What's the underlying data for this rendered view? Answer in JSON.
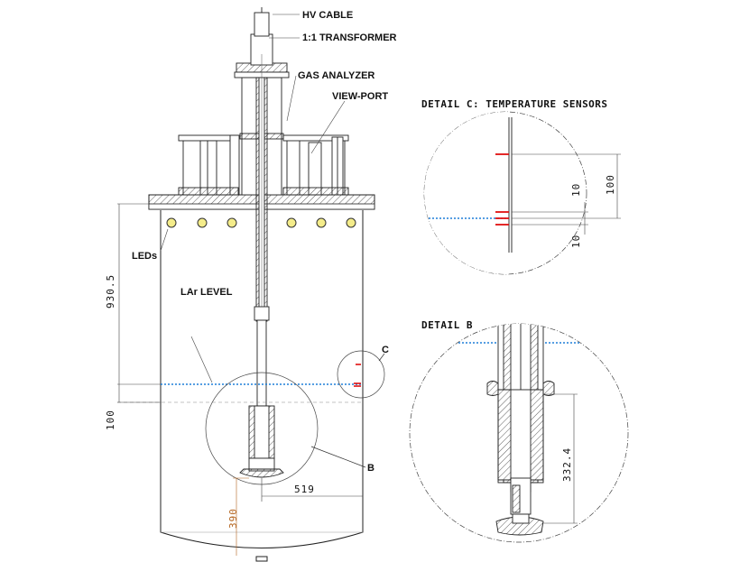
{
  "labels": {
    "hv_cable": "HV CABLE",
    "transformer": "1:1 TRANSFORMER",
    "gas_analyzer": "GAS ANALYZER",
    "view_port": "VIEW-PORT",
    "leds": "LEDs",
    "lar_level": "LAr LEVEL",
    "detail_c_callout": "C",
    "detail_b_callout": "B",
    "detail_c_title": "DETAIL C: TEMPERATURE SENSORS",
    "detail_b_title": "DETAIL B"
  },
  "dimensions": {
    "d930": "930.5",
    "d100_left": "100",
    "d390": "390",
    "d519": "519",
    "d100_c": "100",
    "d10_top": "10",
    "d10_bottom": "10",
    "d332": "332.4"
  },
  "colors": {
    "lar_level": "#1e7fd8",
    "sensor": "#e01010",
    "led_fill": "#f4ec8a",
    "dim_orange": "#b4641e",
    "hatch": "#333333"
  }
}
